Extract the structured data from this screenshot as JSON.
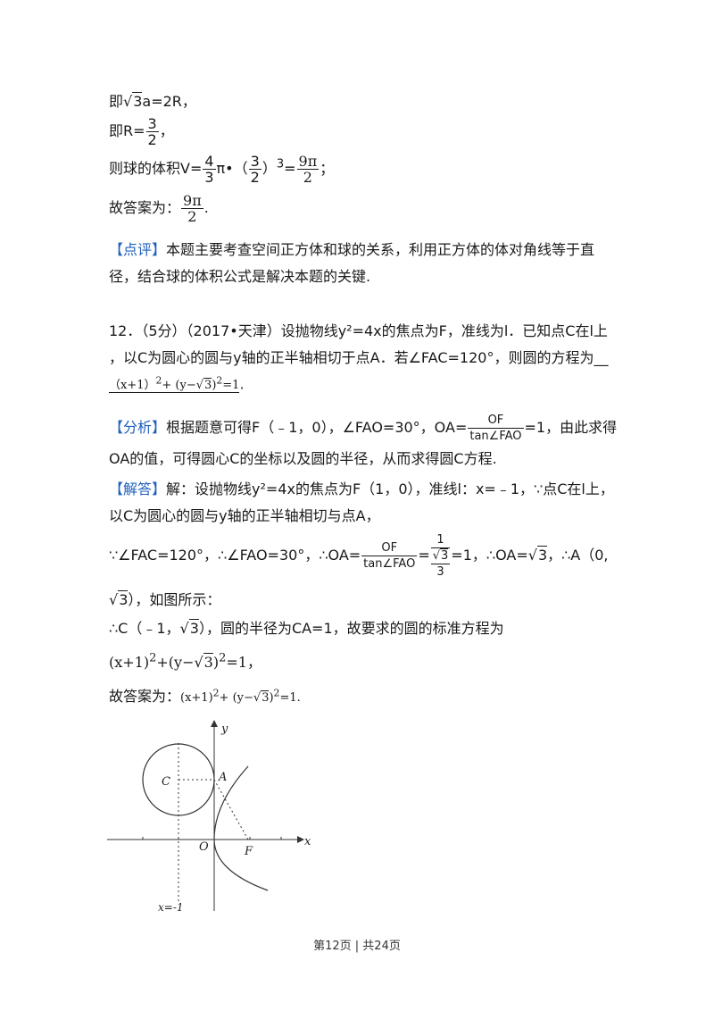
{
  "l1": {
    "a": "即",
    "b": "3",
    "c": "a=2R，"
  },
  "l2": {
    "a": "即R=",
    "n": "3",
    "d": "2",
    "c": "，"
  },
  "l3": {
    "a": "则球的体积V=",
    "n1": "4",
    "d1": "3",
    "b": "π•（",
    "n2": "3",
    "d2": "2",
    "c": "）",
    "sup": "3",
    "e": "=",
    "n3": "9π",
    "d3": "2",
    "f": "；"
  },
  "l4": {
    "a": "故答案为：",
    "n": "9π",
    "d": "2",
    "c": "."
  },
  "comment": {
    "tag": "【点评】",
    "text1": "本题主要考查空间正方体和球的关系，利用正方体的体对角线等于直",
    "text2": "径，结合球的体积公式是解决本题的关键."
  },
  "q12": {
    "line1": "12．（5分）（2017•天津）设抛物线y²=4x的焦点为F，准线为l．已知点C在l上",
    "line2": "，以C为圆心的圆与y轴的正半轴相切于点A．若∠FAC=120°，则圆的方程为__",
    "ans_a": "（x+1）",
    "ans_sup1": "2",
    "ans_b": "+ (y−",
    "ans_r": "3",
    "ans_c": ")",
    "ans_sup2": "2",
    "ans_d": "=1",
    "ans_end": "."
  },
  "analysis": {
    "tag": "【分析】",
    "a": "根据题意可得F（﹣1，0），∠FAO=30°，OA=",
    "n": "OF",
    "d": "tan∠FAO",
    "b": "=1，由此求得",
    "line2": "OA的值，可得圆心C的坐标以及圆的半径，从而求得圆C方程."
  },
  "solution": {
    "tag": "【解答】",
    "line1": "解：设抛物线y²=4x的焦点为F（1，0），准线l：x=﹣1，∵点C在l上，",
    "line2": "以C为圆心的圆与y轴的正半轴相切与点A，",
    "l3a": "∵∠FAC=120°，∴∠FAO=30°，∴OA=",
    "l3n": "OF",
    "l3d": "tan∠FAO",
    "l3e": "=",
    "l3n2": "1",
    "l3r": "3",
    "l3d2": "3",
    "l3f": "=1，∴OA=",
    "l3g": "3",
    "l3h": "，∴A（0,",
    "l4a": "3",
    "l4b": "），如图所示：",
    "l5a": "∴C（﹣1，",
    "l5b": "3",
    "l5c": "），圆的半径为CA=1，故要求的圆的标准方程为",
    "l6a": "(x+1)",
    "l6s1": "2",
    "l6b": "+(y−",
    "l6r": "3",
    "l6c": ")",
    "l6s2": "2",
    "l6d": "=1，",
    "l7a": "故答案为：",
    "l7b": "(x+1)",
    "l7s1": "2",
    "l7c": "+ (y−",
    "l7r": "3",
    "l7d": ")",
    "l7s2": "2",
    "l7e": "=1."
  },
  "figure": {
    "y": "y",
    "x": "x",
    "C": "C",
    "A": "A",
    "O": "O",
    "F": "F",
    "xeq": "x=-1"
  },
  "footer": "第12页 | 共24页"
}
